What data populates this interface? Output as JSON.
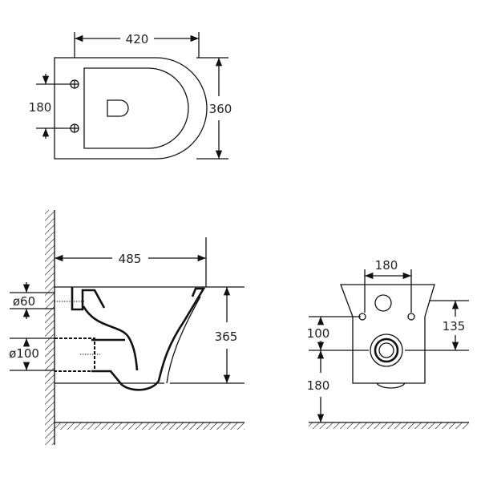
{
  "top_view": {
    "width": "420",
    "seat_holes_spacing": "180",
    "depth": "360"
  },
  "side_view": {
    "length": "485",
    "inlet_diameter": "ø60",
    "outlet_diameter": "ø100",
    "height": "365"
  },
  "rear_view": {
    "holes_spacing": "180",
    "inlet_to_outlet": "100",
    "outlet_height": "180",
    "top_to_outlet": "135"
  }
}
